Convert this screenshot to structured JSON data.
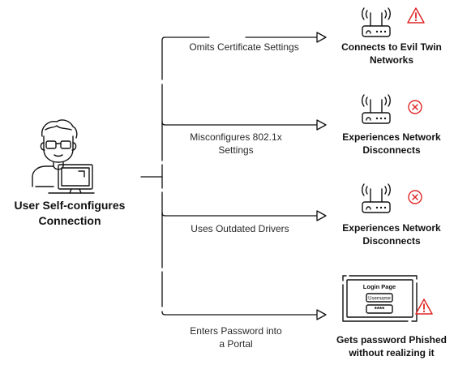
{
  "user": {
    "label_line1": "User Self-configures",
    "label_line2": "Connection"
  },
  "branches": [
    {
      "label_lines": [
        "Omits Certificate Settings"
      ],
      "outcome_lines": [
        "Connects to Evil Twin",
        "Networks"
      ],
      "icon": "router-icon",
      "status_icon": "warning-triangle-icon",
      "status_color": "#e02626"
    },
    {
      "label_lines": [
        "Misconfigures 802.1x",
        "Settings"
      ],
      "outcome_lines": [
        "Experiences Network",
        "Disconnects"
      ],
      "icon": "router-icon",
      "status_icon": "error-circle-icon",
      "status_color": "#e02626"
    },
    {
      "label_lines": [
        "Uses Outdated Drivers"
      ],
      "outcome_lines": [
        "Experiences Network",
        "Disconnects"
      ],
      "icon": "router-icon",
      "status_icon": "error-circle-icon",
      "status_color": "#e02626"
    },
    {
      "label_lines": [
        "Enters Password into",
        "a Portal"
      ],
      "outcome_lines": [
        "Gets password Phished",
        "without realizing it"
      ],
      "icon": "login-page-icon",
      "status_icon": "warning-triangle-icon",
      "status_color": "#e02626"
    }
  ],
  "login_page": {
    "title": "Login Page",
    "username": "Username",
    "password": "****"
  },
  "colors": {
    "line": "#111111",
    "alert": "#e02626"
  }
}
